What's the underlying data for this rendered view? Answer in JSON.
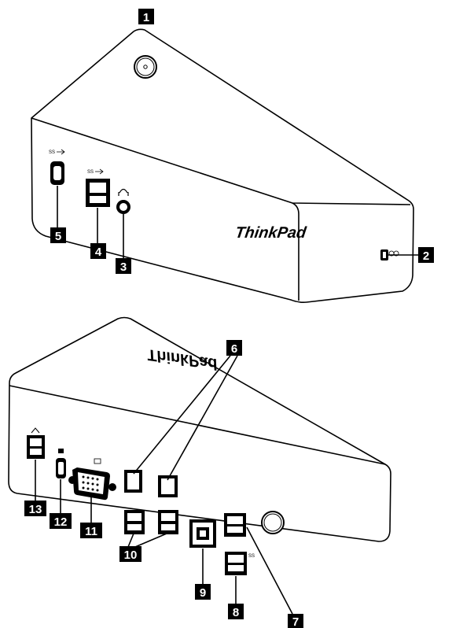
{
  "brand": {
    "logo_text": "ThinkPad"
  },
  "port_marks": {
    "ss_usb": "SS",
    "ss_usb_small": "SS"
  },
  "callouts": [
    {
      "number": "1"
    },
    {
      "number": "2"
    },
    {
      "number": "3"
    },
    {
      "number": "4"
    },
    {
      "number": "5"
    },
    {
      "number": "6"
    },
    {
      "number": "7"
    },
    {
      "number": "8"
    },
    {
      "number": "9"
    },
    {
      "number": "10"
    },
    {
      "number": "11"
    },
    {
      "number": "12"
    },
    {
      "number": "13"
    }
  ]
}
